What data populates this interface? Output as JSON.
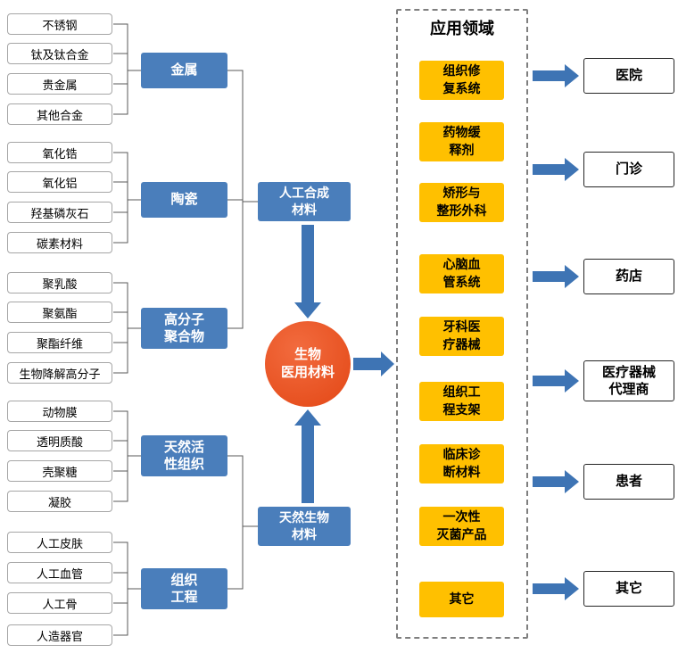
{
  "panel_title": "应用领域",
  "left_groups": [
    {
      "label": "金属",
      "items": [
        "不锈钢",
        "钛及钛合金",
        "贵金属",
        "其他合金"
      ]
    },
    {
      "label": "陶瓷",
      "items": [
        "氧化锆",
        "氧化铝",
        "羟基磷灰石",
        "碳素材料"
      ]
    },
    {
      "label": "高分子\n聚合物",
      "items": [
        "聚乳酸",
        "聚氨酯",
        "聚酯纤维",
        "生物降解高分子"
      ]
    },
    {
      "label": "天然活\n性组织",
      "items": [
        "动物膜",
        "透明质酸",
        "壳聚糖",
        "凝胶"
      ]
    },
    {
      "label": "组织\n工程",
      "items": [
        "人工皮肤",
        "人工血管",
        "人工骨",
        "人造器官"
      ]
    }
  ],
  "mid_nodes": [
    {
      "label": "人工合成\n材料"
    },
    {
      "label": "天然生物\n材料"
    }
  ],
  "center_node": {
    "label": "生物\n医用材料"
  },
  "applications": [
    "组织修\n复系统",
    "药物缓\n释剂",
    "矫形与\n整形外科",
    "心脑血\n管系统",
    "牙科医\n疗器械",
    "组织工\n程支架",
    "临床诊\n断材料",
    "一次性\n灭菌产品",
    "其它"
  ],
  "destinations": [
    "医院",
    "门诊",
    "药店",
    "医疗器械\n代理商",
    "患者",
    "其它"
  ],
  "colors": {
    "node_blue": "#4a7ebb",
    "arrow_blue": "#3e74b4",
    "app_yellow": "#ffc000",
    "center_orange": "#e84e1f",
    "connector_gray": "#595959"
  }
}
